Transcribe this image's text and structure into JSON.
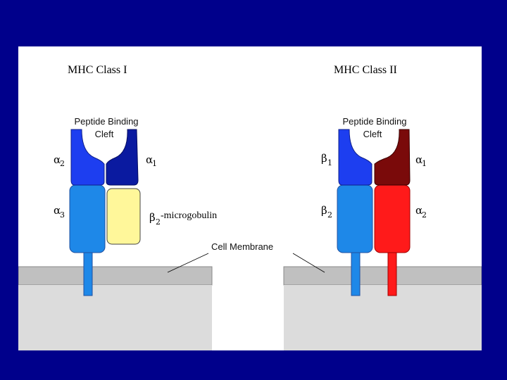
{
  "left_panel": {
    "title": "MHC Class I",
    "cleft_line1": "Peptide Binding",
    "cleft_line2": "Cleft",
    "domain_a2_greek": "α",
    "domain_a2_sub": "2",
    "domain_a1_greek": "α",
    "domain_a1_sub": "1",
    "domain_a3_greek": "α",
    "domain_a3_sub": "3",
    "b2m_greek": "β",
    "b2m_sub": "2",
    "b2m_text": "-microgobulin"
  },
  "right_panel": {
    "title": "MHC Class II",
    "cleft_line1": "Peptide Binding",
    "cleft_line2": "Cleft",
    "domain_b1_greek": "β",
    "domain_b1_sub": "1",
    "domain_a1_greek": "α",
    "domain_a1_sub": "1",
    "domain_b2_greek": "β",
    "domain_b2_sub": "2",
    "domain_a2_greek": "α",
    "domain_a2_sub": "2"
  },
  "membrane_label": "Cell Membrane",
  "colors": {
    "background": "#00008b",
    "alpha2_class1": "#1d3ef0",
    "alpha1_class1": "#0a1aa0",
    "alpha3": "#1e88e8",
    "b2m": "#fff79a",
    "beta_class2": "#1e88e8",
    "alpha1_class2": "#7a0a0a",
    "alpha2_class2": "#ff1a1a",
    "membrane": "#c0c0c0",
    "cytoplasm": "#dcdcdc"
  }
}
